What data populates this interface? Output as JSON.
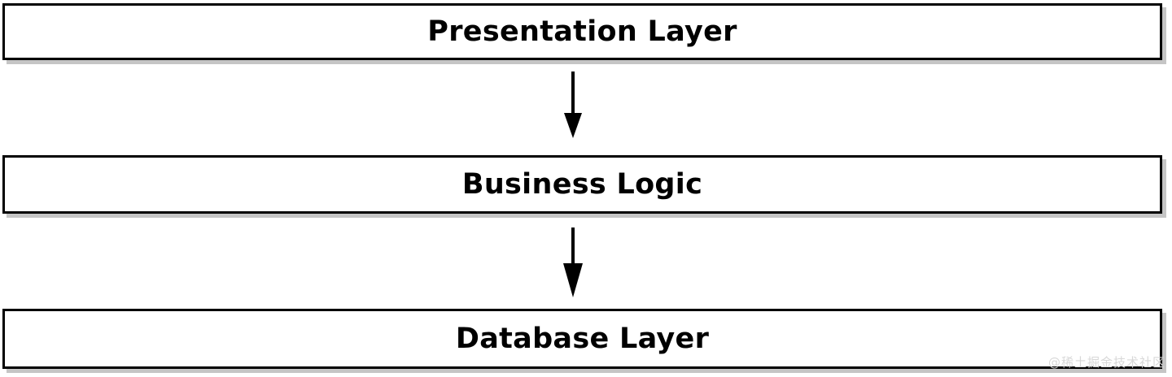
{
  "diagram": {
    "type": "flow-stack",
    "background_color": "#ffffff",
    "box_border_color": "#000000",
    "box_fill_color": "#ffffff",
    "arrow_color": "#000000",
    "layers": [
      {
        "id": "presentation",
        "label": "Presentation Layer"
      },
      {
        "id": "business",
        "label": "Business Logic"
      },
      {
        "id": "database",
        "label": "Database Layer"
      }
    ],
    "arrows": [
      {
        "id": "presentation-to-business",
        "from": "presentation",
        "to": "business",
        "direction": "down",
        "style": "solid-filled-head"
      },
      {
        "id": "business-to-database",
        "from": "business",
        "to": "database",
        "direction": "down",
        "style": "solid-filled-head"
      }
    ]
  },
  "watermark": {
    "text": "@稀土掘金技术社区",
    "color": "#d8d8d8"
  }
}
